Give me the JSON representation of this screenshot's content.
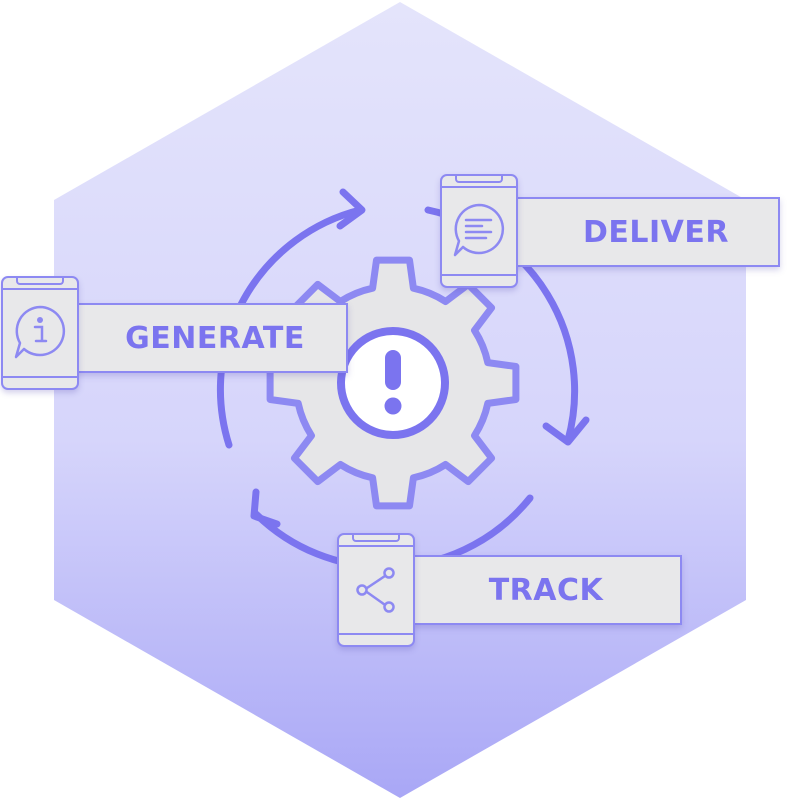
{
  "diagram": {
    "steps": [
      {
        "id": "generate",
        "label": "GENERATE",
        "icon": "info-chat-bubble-icon"
      },
      {
        "id": "deliver",
        "label": "DELIVER",
        "icon": "message-chat-bubble-icon"
      },
      {
        "id": "track",
        "label": "TRACK",
        "icon": "share-nodes-icon"
      }
    ],
    "center_icon": "exclamation-gear-icon",
    "cycle": "clockwise",
    "colors": {
      "accent": "#7b74ef",
      "accent_stroke": "#8d89f2",
      "box_fill": "#e8e8ea",
      "hexagon_top": "#e3e3fb",
      "hexagon_bottom": "#aaa8f6"
    }
  }
}
